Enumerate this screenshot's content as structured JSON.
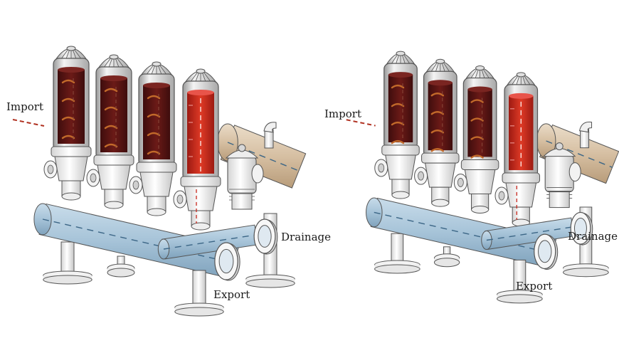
{
  "panels": [
    {
      "id": "left",
      "labels": {
        "import": "Import",
        "drainage": "Drainage",
        "export": "Export"
      }
    },
    {
      "id": "right",
      "labels": {
        "import": "Import",
        "drainage": "Drainage",
        "export": "Export"
      }
    }
  ],
  "colors": {
    "dirty_water": "#5e1616",
    "backflush_water": "#c8281e",
    "export_pipe": "#a9c6dc",
    "inlet_pipe": "#d8c3a8",
    "metal": "#eeeeee",
    "outline": "#555555"
  },
  "icons": [
    "filter-unit",
    "export-manifold",
    "inlet-manifold",
    "backflush-valve",
    "air-release-valve",
    "flange",
    "support-leg"
  ]
}
